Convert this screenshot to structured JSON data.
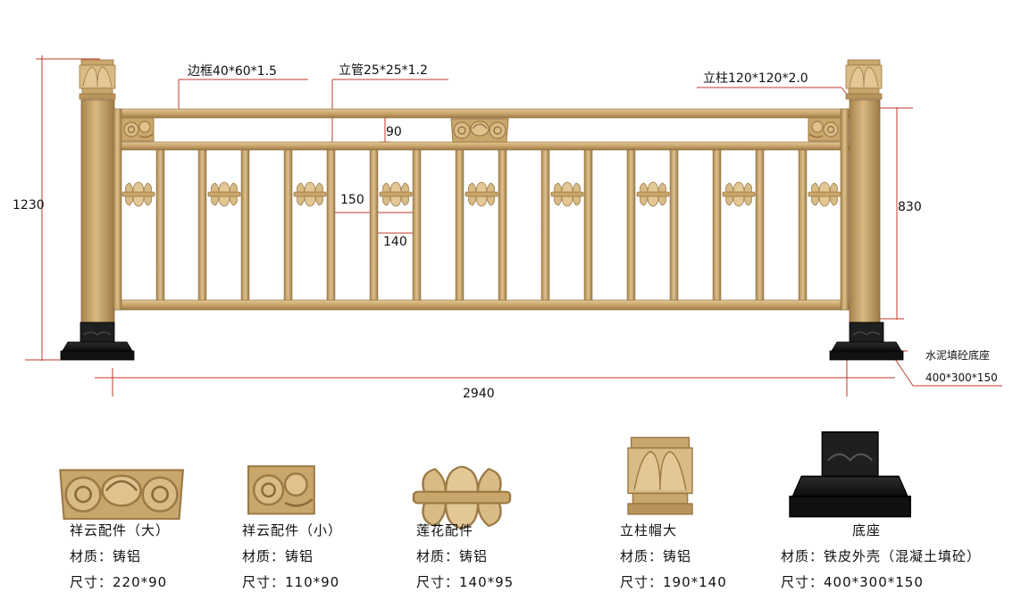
{
  "dimensions": {
    "total_height": "1230",
    "rail_height": "830",
    "total_width": "2940",
    "gap_90": "90",
    "spacing_150": "150",
    "spacing_140": "140"
  },
  "callouts": {
    "frame": "边框40*60*1.5",
    "tube": "立管25*25*1.2",
    "post": "立柱120*120*2.0",
    "base_name": "水泥填砼底座",
    "base_size": "400*300*150"
  },
  "parts": [
    {
      "name": "祥云配件（大）",
      "material": "材质：铸铝",
      "size": "尺寸：220*90"
    },
    {
      "name": "祥云配件（小）",
      "material": "材质：铸铝",
      "size": "尺寸：110*90"
    },
    {
      "name": "莲花配件",
      "material": "材质：铸铝",
      "size": "尺寸：140*95"
    },
    {
      "name": "立柱帽大",
      "material": "材质：铸铝",
      "size": "尺寸：190*140"
    },
    {
      "name": "底座",
      "material": "材质：铁皮外壳（混凝土填砼）",
      "size": "尺寸：400*300*150"
    }
  ],
  "colors": {
    "gold": "#c9a66b",
    "gold_dark": "#9c7a45",
    "gold_light": "#e3c896",
    "base_black": "#1a1a1a",
    "line_red": "#c0392b"
  }
}
